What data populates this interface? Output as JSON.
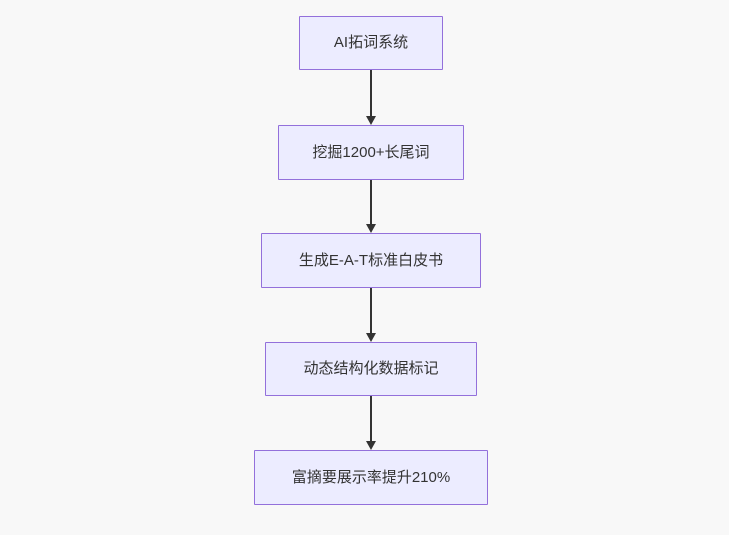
{
  "diagram": {
    "type": "flowchart",
    "direction": "top-down",
    "nodes": [
      {
        "id": "node-1",
        "label": "AI拓词系统"
      },
      {
        "id": "node-2",
        "label": "挖掘1200+长尾词"
      },
      {
        "id": "node-3",
        "label": "生成E-A-T标准白皮书"
      },
      {
        "id": "node-4",
        "label": "动态结构化数据标记"
      },
      {
        "id": "node-5",
        "label": "富摘要展示率提升210%"
      }
    ],
    "edges": [
      {
        "from": "node-1",
        "to": "node-2",
        "arrowhead": "triangle-down"
      },
      {
        "from": "node-2",
        "to": "node-3",
        "arrowhead": "triangle-down"
      },
      {
        "from": "node-3",
        "to": "node-4",
        "arrowhead": "triangle-down"
      },
      {
        "from": "node-4",
        "to": "node-5",
        "arrowhead": "triangle-down"
      }
    ]
  },
  "colors": {
    "background": "#f8f8f8",
    "node_fill": "#ECECFF",
    "node_border": "#9370DB",
    "arrow": "#333333",
    "text": "#333333"
  }
}
